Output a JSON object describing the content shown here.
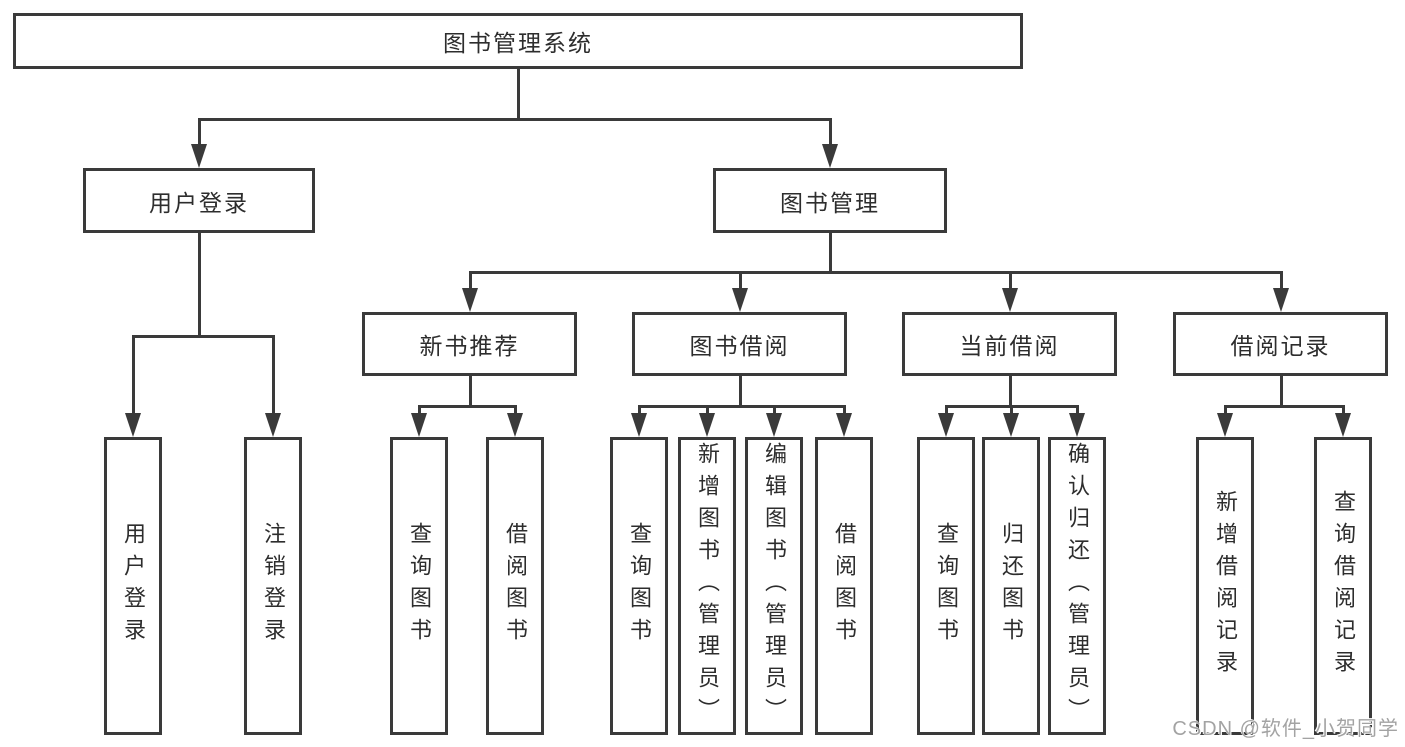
{
  "colors": {
    "line": "#3a3a3a",
    "box_border": "#3a3a3a",
    "text": "#2d2d2d",
    "watermark": "#a3a3a3",
    "background": "#ffffff"
  },
  "icons": {
    "arrowhead": "triangle-down"
  },
  "tree": {
    "root": "图书管理系统",
    "branches": [
      {
        "label": "用户登录",
        "leaves": [
          "用户登录",
          "注销登录"
        ]
      },
      {
        "label": "图书管理",
        "groups": [
          {
            "label": "新书推荐",
            "leaves": [
              "查询图书",
              "借阅图书"
            ]
          },
          {
            "label": "图书借阅",
            "leaves": [
              "查询图书",
              "新增图书（管理员）",
              "编辑图书（管理员）",
              "借阅图书"
            ]
          },
          {
            "label": "当前借阅",
            "leaves": [
              "查询图书",
              "归还图书",
              "确认归还（管理员）"
            ]
          },
          {
            "label": "借阅记录",
            "leaves": [
              "新增借阅记录",
              "查询借阅记录"
            ]
          }
        ]
      }
    ]
  },
  "watermark": {
    "text": "CSDN @软件_小贺同学"
  }
}
